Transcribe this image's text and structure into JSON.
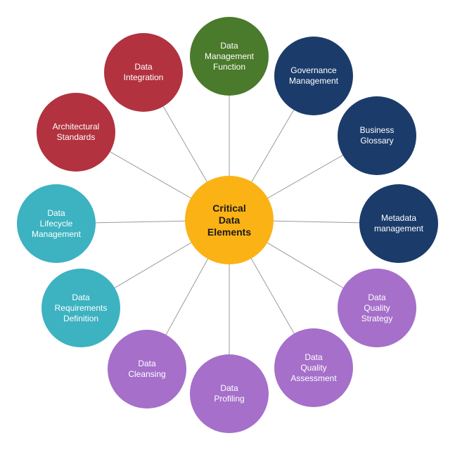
{
  "center": {
    "label": "Critical\nData\nElements",
    "color": "#fbb214"
  },
  "colors": {
    "green": "#4a7a2b",
    "navy": "#1b3c6a",
    "red": "#b2323f",
    "teal": "#3db2c1",
    "purple": "#a56fca",
    "line": "#9a9a9a"
  },
  "nodes": [
    {
      "label": "Data\nManagement\nFunction",
      "color": "green"
    },
    {
      "label": "Governance\nManagement",
      "color": "navy"
    },
    {
      "label": "Business\nGlossary",
      "color": "navy"
    },
    {
      "label": "Metadata\nmanagement",
      "color": "navy"
    },
    {
      "label": "Data\nQuality\nStrategy",
      "color": "purple"
    },
    {
      "label": "Data\nQuality\nAssessment",
      "color": "purple"
    },
    {
      "label": "Data\nProfiling",
      "color": "purple"
    },
    {
      "label": "Data\nCleansing",
      "color": "purple"
    },
    {
      "label": "Data\nRequirements\nDefinition",
      "color": "teal"
    },
    {
      "label": "Data\nLifecycle\nManagement",
      "color": "teal"
    },
    {
      "label": "Architectural\nStandards",
      "color": "red"
    },
    {
      "label": "Data\nIntegration",
      "color": "red"
    }
  ]
}
